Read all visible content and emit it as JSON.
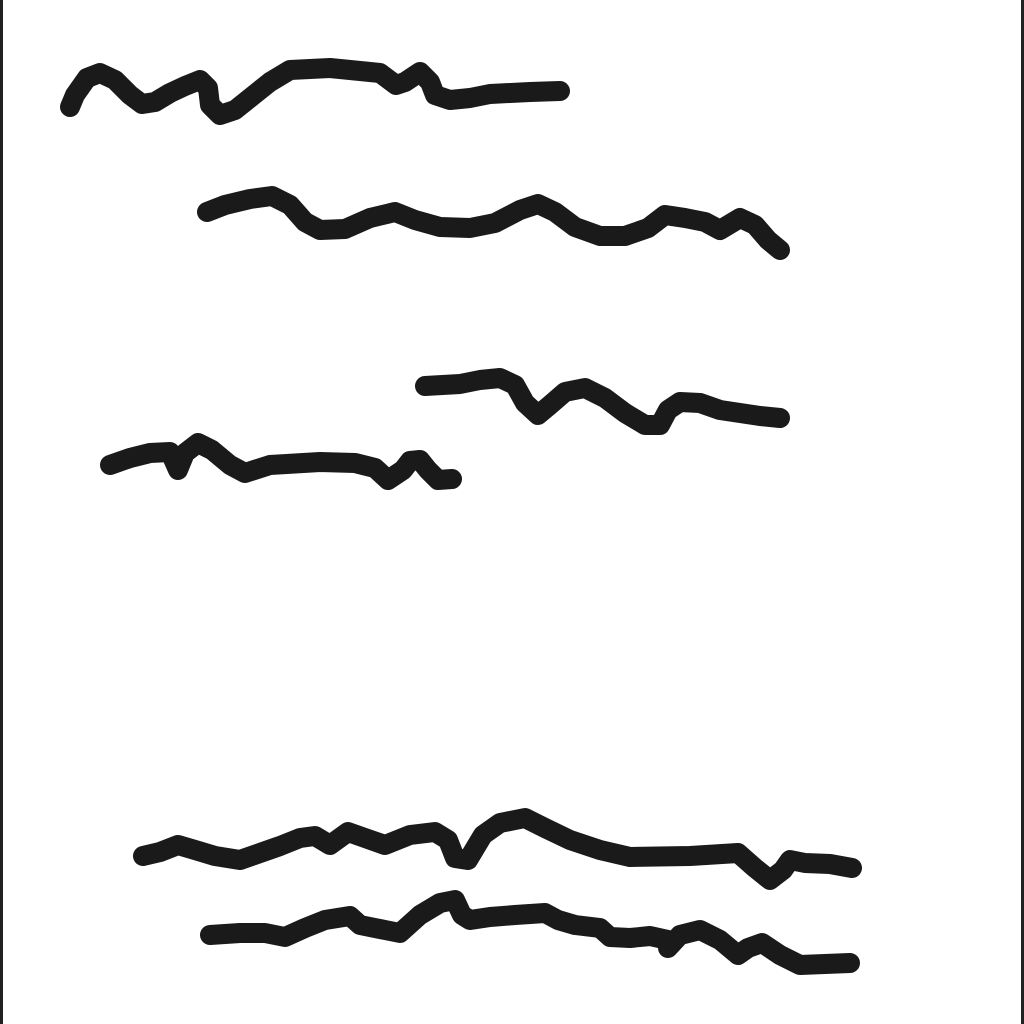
{
  "drawing": {
    "ink_color": "#1a1a1a",
    "background_color": "#ffffff",
    "edge_color": "#222222",
    "strokes": [
      {
        "name": "scribble-line-1"
      },
      {
        "name": "scribble-line-2"
      },
      {
        "name": "scribble-line-3"
      },
      {
        "name": "scribble-line-4"
      },
      {
        "name": "scribble-line-5"
      },
      {
        "name": "scribble-line-6"
      }
    ]
  }
}
